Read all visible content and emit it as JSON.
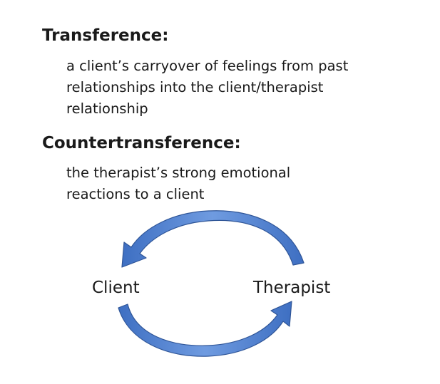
{
  "slide": {
    "definitions": [
      {
        "term": "Transference:",
        "lines": [
          "a client’s carryover of feelings from past",
          "relationships into the client/therapist",
          "relationship"
        ]
      },
      {
        "term": "Countertransference:",
        "lines": [
          "the therapist’s strong emotional",
          "reactions to a client"
        ]
      }
    ],
    "diagram": {
      "left_node": "Client",
      "right_node": "Therapist",
      "arrow_color": "#4472c4",
      "arrow_dark": "#2f5597"
    }
  }
}
